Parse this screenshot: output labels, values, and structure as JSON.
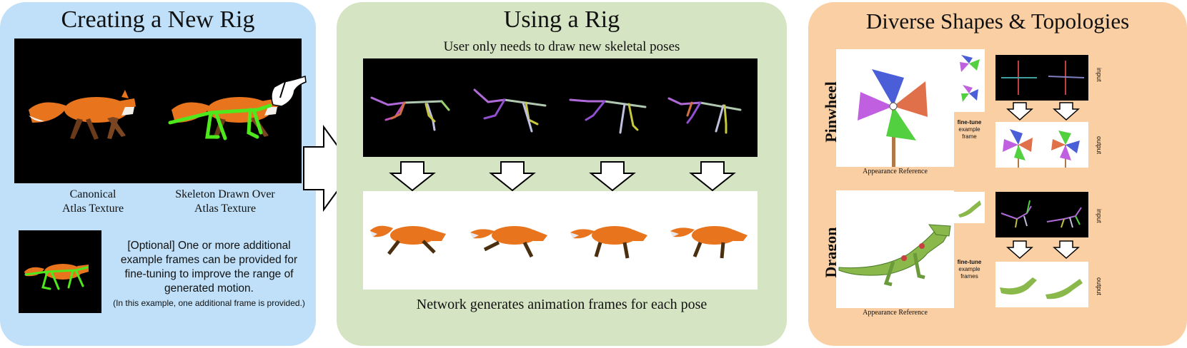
{
  "colors": {
    "panel1": "#bfe0f8",
    "panel2": "#d5e4c2",
    "panel3": "#fbcfa4",
    "fox": "#e8741e",
    "skeleton": "#4fe81c"
  },
  "panel1": {
    "title": "Creating a New Rig",
    "caption_left": [
      "Canonical",
      "Atlas Texture"
    ],
    "caption_right": [
      "Skeleton Drawn Over",
      "Atlas Texture"
    ],
    "optional_text": [
      "[Optional] One or more additional",
      "example frames can be provided for",
      "fine-tuning to improve the range of",
      "generated motion."
    ],
    "optional_note": "(In this example, one additional frame is provided.)"
  },
  "panel2": {
    "title": "Using a Rig",
    "top_caption": "User only needs to draw new skeletal poses",
    "bottom_caption": "Network generates animation frames for each pose"
  },
  "panel3": {
    "title": "Diverse Shapes & Topologies",
    "rows": [
      {
        "label": "Pinwheel",
        "fine_tune": [
          "fine-tune",
          "example",
          "frame"
        ],
        "appearance": "Appearance Reference",
        "input": "input",
        "output": "output"
      },
      {
        "label": "Dragon",
        "fine_tune": [
          "fine-tune",
          "example",
          "frames"
        ],
        "appearance": "Appearance Reference",
        "input": "input",
        "output": "output"
      }
    ]
  }
}
